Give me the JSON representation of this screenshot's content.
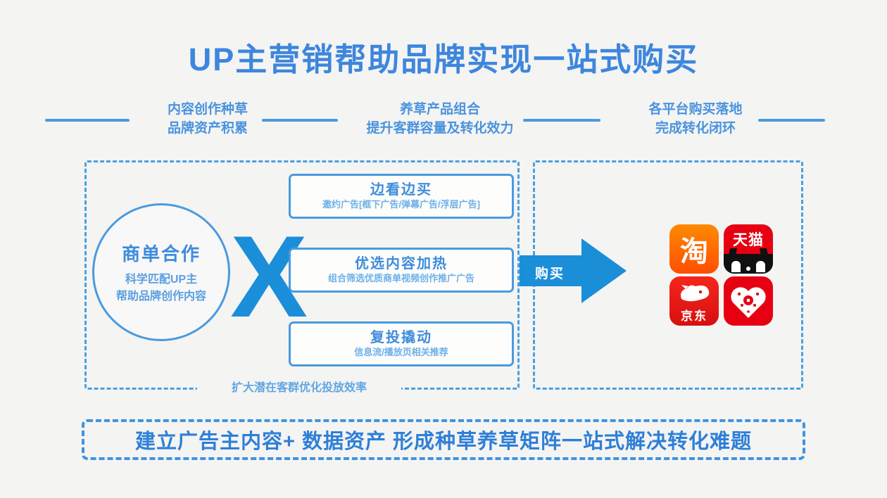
{
  "title": "UP主营销帮助品牌实现一站式购买",
  "headers": [
    {
      "line1": "内容创作种草",
      "line2": "品牌资产积累"
    },
    {
      "line1": "养草产品组合",
      "line2": "提升客群容量及转化效力"
    },
    {
      "line1": "各平台购买落地",
      "line2": "完成转化闭环"
    }
  ],
  "left_panel": {
    "circle": {
      "title": "商单合作",
      "line1": "科学匹配UP主",
      "line2": "帮助品牌创作内容"
    },
    "operator": "X",
    "boxes": [
      {
        "title": "边看边买",
        "subtitle": "邀约广告[框下广告/弹幕广告/浮层广告]"
      },
      {
        "title": "优选内容加热",
        "subtitle": "组合筛选优质商单视频创作推广广告"
      },
      {
        "title": "复投撬动",
        "subtitle": "信息流/播放页相关推荐"
      }
    ],
    "caption": "扩大潜在客群优化投放效率"
  },
  "arrow": {
    "label": "购买"
  },
  "right_panel": {
    "platforms": [
      {
        "icon": "taobao-icon",
        "label": "淘"
      },
      {
        "icon": "tmall-icon",
        "label": "天猫"
      },
      {
        "icon": "jd-icon",
        "label": "京东"
      },
      {
        "icon": "paper-cut-heart-icon",
        "label": ""
      }
    ]
  },
  "footer": {
    "text": "建立广告主内容+ 数据资产 形成种草养草矩阵一站式解决转化难题"
  },
  "colors": {
    "accent_blue": "#1a8ed8",
    "title_blue": "#3d86dd",
    "border_blue": "#4a9ade",
    "light_blue": "#6db0e8",
    "taobao_orange": "#ff5000",
    "tmall_red": "#e60012",
    "jd_red": "#e1251b",
    "background": "#f4f4f3"
  }
}
